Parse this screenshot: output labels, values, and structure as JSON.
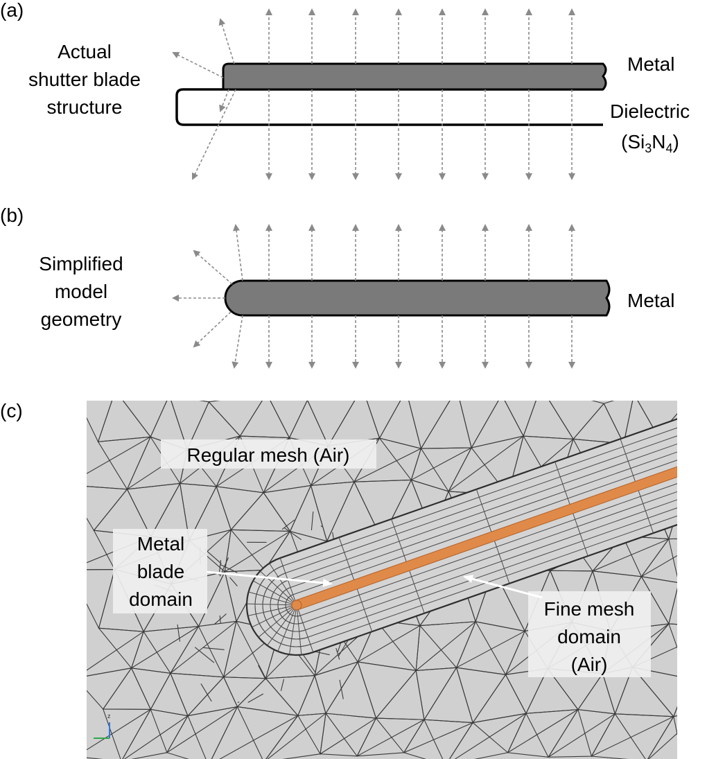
{
  "panel_a": {
    "tag": "(a)",
    "caption_lines": [
      "Actual",
      "shutter blade",
      "structure"
    ],
    "metal_label": "Metal",
    "dielectric_label": "Dielectric",
    "dielectric_formula": {
      "open": "(Si",
      "sub1": "3",
      "mid": "N",
      "sub2": "4",
      "close": ")"
    }
  },
  "panel_b": {
    "tag": "(b)",
    "caption_lines": [
      "Simplified",
      "model",
      "geometry"
    ],
    "metal_label": "Metal"
  },
  "panel_c": {
    "tag": "(c)",
    "regular_mesh_label": "Regular mesh (Air)",
    "metal_blade_lines": [
      "Metal",
      "blade",
      "domain"
    ],
    "fine_mesh_lines": [
      "Fine mesh",
      "domain",
      "(Air)"
    ],
    "axis_label": "z"
  },
  "colors": {
    "blade_fill": "#7a7a7a",
    "arrow": "#8a8a8a",
    "mesh_background": "#d0d0d0",
    "copper_blade": "#e08a4a"
  },
  "icons": [
    "arrow-icon",
    "axis-triad-icon"
  ]
}
